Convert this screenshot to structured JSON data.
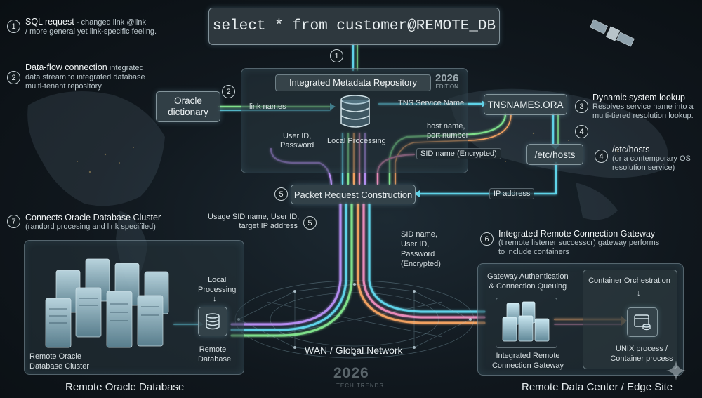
{
  "sql_query": "select * from customer@REMOTE_DB",
  "repository": {
    "title": "Integrated Metadata Repository",
    "edition_year": "2026",
    "edition_label": "EDITION",
    "local_processing": "Local Processing",
    "user_pw": [
      "User ID,",
      "Password"
    ]
  },
  "oracle_dictionary": [
    "Oracle",
    "dictionary"
  ],
  "tnsnames": "TNSNAMES.ORA",
  "etc_hosts": "/etc/hosts",
  "packet_request": "Packet Request Construction",
  "flow_labels": {
    "link_names": "link names",
    "tns_service_name": "TNS Service Name",
    "host_port": [
      "host name,",
      "port number"
    ],
    "sid_name": "SID name (Encrypted)",
    "ip_address": "IP address",
    "usage": [
      "Usage SID name, User ID,",
      "target IP address"
    ],
    "sid_user_pw": [
      "SID name,",
      "User ID,",
      "Password",
      "(Encrypted)"
    ]
  },
  "badges": [
    "1",
    "1",
    "2",
    "2",
    "3",
    "4",
    "4",
    "5",
    "5",
    "6",
    "7"
  ],
  "annotations": {
    "a1": {
      "head": "SQL request",
      "head_rest": " - changed link @link",
      "line2": "/ more general yet link-specific feeling."
    },
    "a2": {
      "head": "Data-flow connection",
      "head_rest": " integrated",
      "line2": "data stream to integrated database",
      "line3": "multi-tenant repository."
    },
    "a3": {
      "head": "Dynamic system lookup",
      "line2": "Resolves service name into a",
      "line3": "multi-tiered resolution lookup."
    },
    "a4": {
      "head": "/etc/hosts",
      "line2": "(or a contemporary OS",
      "line3": "resolution service)"
    },
    "a6": {
      "head": "Integrated Remote Connection Gateway",
      "line2": "(t remote listener successor) gateway performs",
      "line3": "to include containers"
    },
    "a7": {
      "head": "Connects Oracle Database Cluster",
      "line2": "(randord procesing and link specifiled)"
    }
  },
  "left_panel": {
    "cluster_label": [
      "Remote Oracle",
      "Database Cluster"
    ],
    "local_processing": [
      "Local",
      "Processing"
    ],
    "remote_db": [
      "Remote",
      "Database"
    ],
    "footer": "Remote Oracle Database"
  },
  "network": {
    "label": "WAN / Global Network",
    "year": "2026",
    "tagline": "TECH TRENDS"
  },
  "right_panel": {
    "gateway_title": [
      "Gateway Authentication",
      "& Connection Queuing"
    ],
    "gateway_label": [
      "Integrated Remote",
      "Connection Gateway"
    ],
    "container_title": "Container Orchestration",
    "unix_label": [
      "UNIX process /",
      "Container process"
    ],
    "footer": "Remote Data Center / Edge Site"
  },
  "colors": {
    "cyan": "#5fd3e8",
    "green": "#7fe08a",
    "purple": "#b58cf0",
    "orange": "#f0a060",
    "pink": "#e88ab8"
  }
}
